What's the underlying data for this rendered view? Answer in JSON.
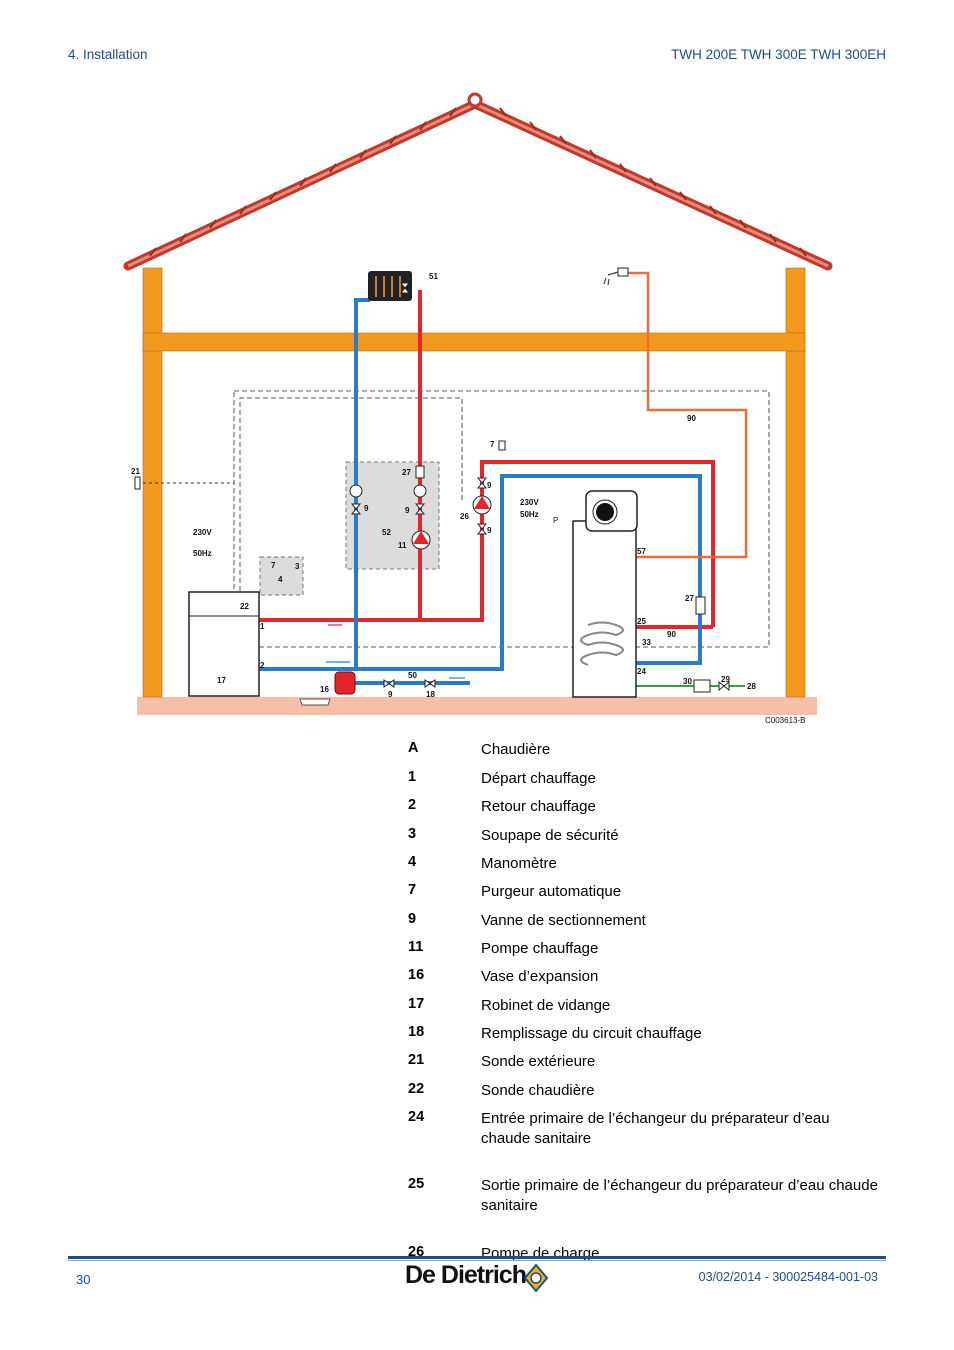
{
  "header": {
    "section": "4.  Installation",
    "models": "TWH 200E TWH 300E TWH 300EH"
  },
  "diagram": {
    "ref": "C003613-B",
    "labels": {
      "l51": "51",
      "l21": "21",
      "l90a": "90",
      "l90b": "90",
      "l7a": "7",
      "l7b": "7",
      "l27a": "27",
      "l27b": "27",
      "l9a": "9",
      "l9b": "9",
      "l9c": "9",
      "l9d": "9",
      "l9e": "9",
      "l26": "26",
      "l52": "52",
      "l11": "11",
      "l230a": "230V",
      "l50a": "50Hz",
      "l230b": "230V",
      "l50b": "50Hz",
      "l57": "57",
      "l3": "3",
      "l4": "4",
      "l22": "22",
      "l1": "1",
      "l2": "2",
      "l17": "17",
      "l16": "16",
      "l50": "50",
      "l18": "18",
      "l25": "25",
      "l33": "33",
      "l24": "24",
      "l30": "30",
      "l29": "29",
      "l28": "28",
      "lP": "P"
    },
    "colors": {
      "roof": "#c0392b",
      "frame": "#f39a1e",
      "ground": "#f7bfa8",
      "hot": "#e3262c",
      "cold": "#2a7bc8",
      "dhw": "#f26c3a",
      "cold_inlet": "#2ea44a"
    }
  },
  "legend": [
    {
      "key": "A",
      "text": "Chaudière"
    },
    {
      "key": "1",
      "text": "Départ chauffage"
    },
    {
      "key": "2",
      "text": "Retour chauffage"
    },
    {
      "key": "3",
      "text": "Soupape de sécurité"
    },
    {
      "key": "4",
      "text": "Manomètre"
    },
    {
      "key": "7",
      "text": "Purgeur automatique"
    },
    {
      "key": "9",
      "text": "Vanne de sectionnement"
    },
    {
      "key": "11",
      "text": "Pompe chauffage"
    },
    {
      "key": "16",
      "text": "Vase d’expansion"
    },
    {
      "key": "17",
      "text": "Robinet de vidange"
    },
    {
      "key": "18",
      "text": "Remplissage du circuit chauffage"
    },
    {
      "key": "21",
      "text": "Sonde extérieure"
    },
    {
      "key": "22",
      "text": "Sonde chaudière"
    },
    {
      "key": "24",
      "text": "Entrée primaire de l’échangeur du préparateur d’eau chaude sanitaire"
    },
    {
      "key": "25",
      "text": "Sortie primaire de l’échangeur du préparateur d’eau chaude sanitaire"
    },
    {
      "key": "26",
      "text": "Pompe de charge"
    }
  ],
  "footer": {
    "page": "30",
    "brand": "De Dietrich",
    "ref": "03/02/2014 - 300025484-001-03"
  }
}
